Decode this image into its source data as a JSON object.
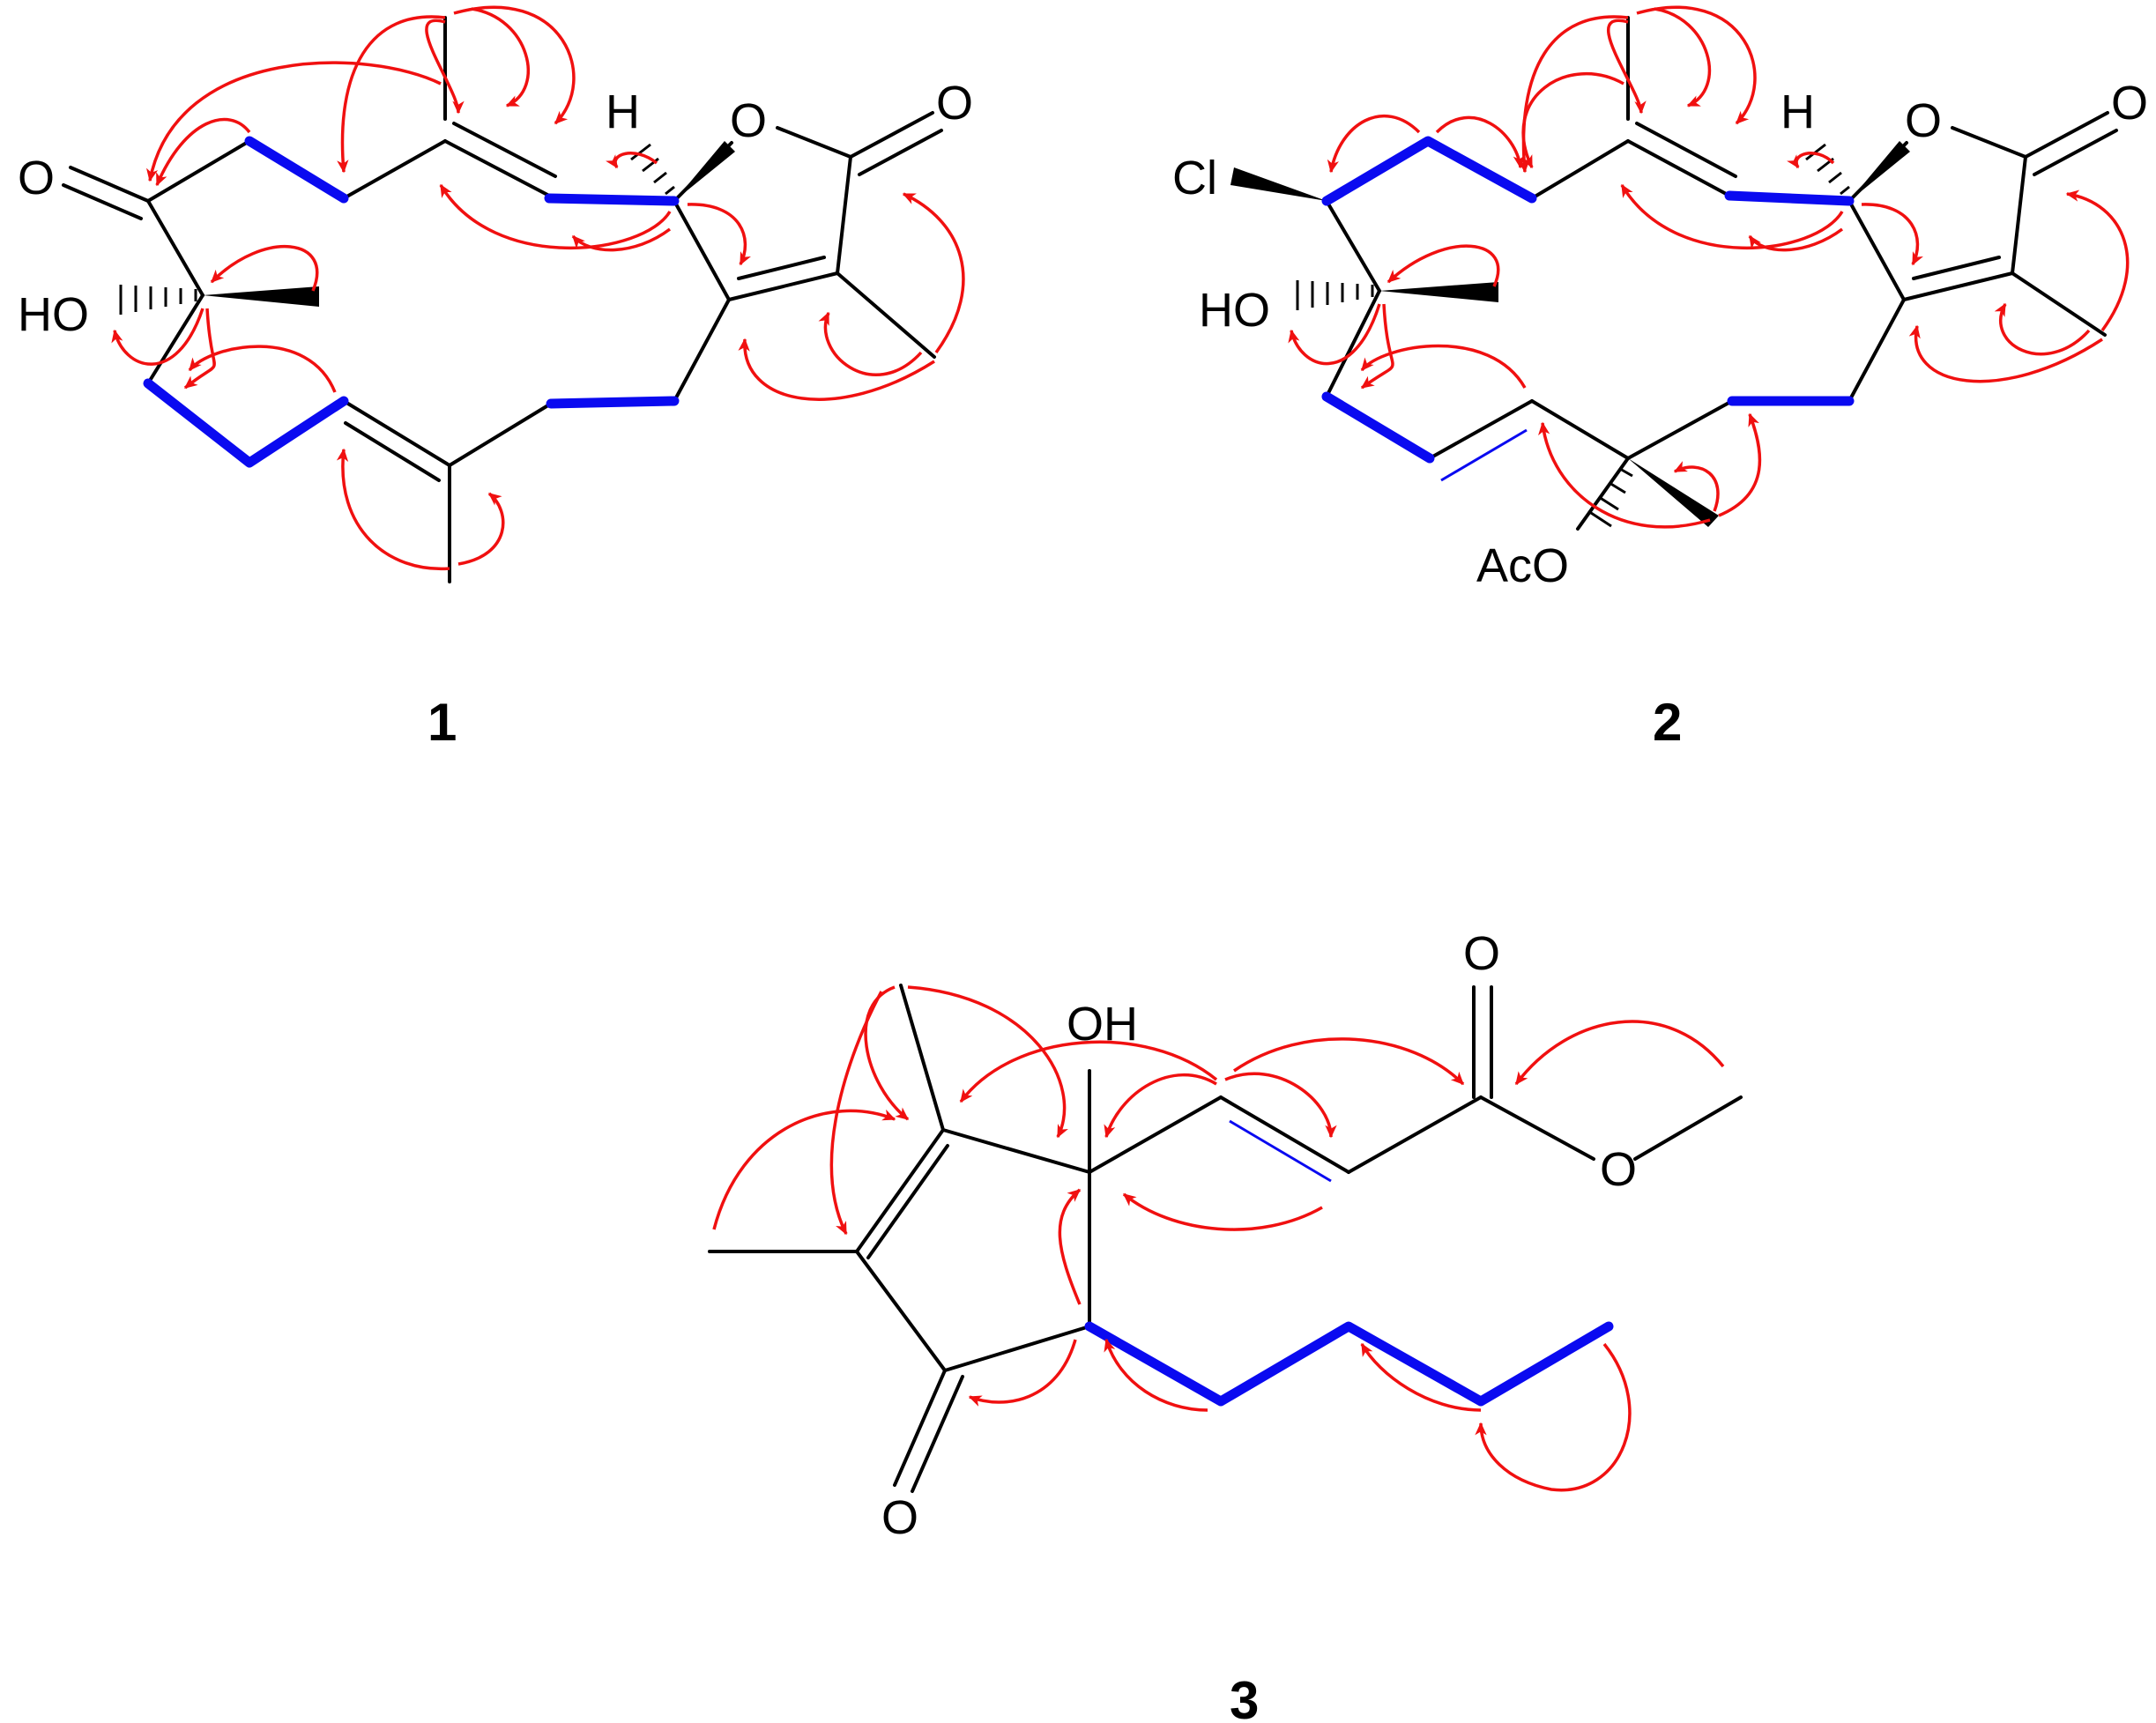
{
  "figure": {
    "compound_labels": [
      "1",
      "2",
      "3"
    ],
    "legend": {
      "cosy_color": "#0a0af0",
      "hmbc_color": "#f01010"
    }
  },
  "atoms": {
    "c1_o_ketone": "O",
    "c1_ho": "HO",
    "c1_h": "H",
    "c1_o_ring": "O",
    "c1_o_carbonyl": "O",
    "c2_cl": "Cl",
    "c2_ho": "HO",
    "c2_h": "H",
    "c2_o_ring": "O",
    "c2_o_carbonyl": "O",
    "c2_aco": "AcO",
    "c3_oh": "OH",
    "c3_o_ester_carbonyl": "O",
    "c3_o_ester": "O",
    "c3_o_ketone": "O"
  }
}
